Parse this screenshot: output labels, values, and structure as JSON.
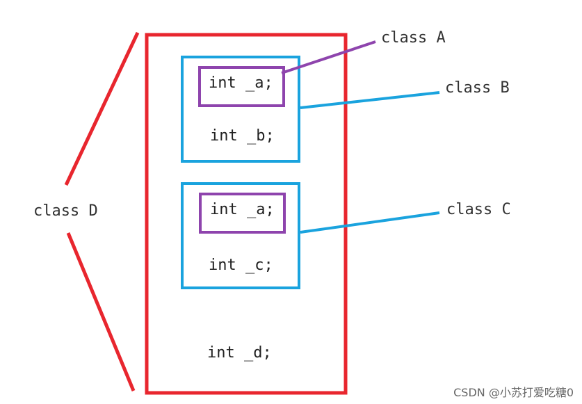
{
  "colors": {
    "outer": "#e8262e",
    "inner": "#1aa3de",
    "member": "#8e44ad"
  },
  "labels": {
    "class_a": "class A",
    "class_b": "class B",
    "class_c": "class C",
    "class_d": "class D"
  },
  "members": {
    "b_a": "int _a;",
    "b_b": "int _b;",
    "c_a": "int _a;",
    "c_c": "int _c;",
    "d_d": "int _d;"
  },
  "watermark": "CSDN @小苏打爱吃糖0"
}
